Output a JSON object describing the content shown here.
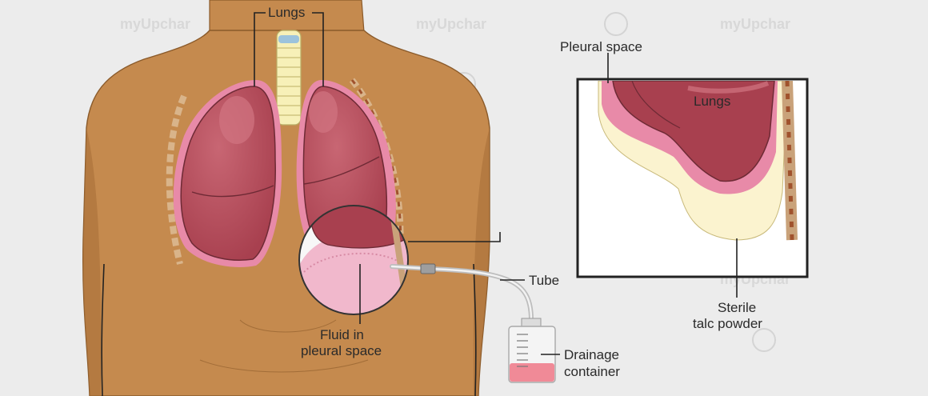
{
  "labels": {
    "lungs_main": "Lungs",
    "fluid_line1": "Fluid in",
    "fluid_line2": "pleural space",
    "tube": "Tube",
    "drainage_line1": "Drainage",
    "drainage_line2": "container",
    "pleural_space": "Pleural space",
    "lungs_inset": "Lungs",
    "talc_line1": "Sterile",
    "talc_line2": "talc powder"
  },
  "watermark": {
    "text": "myUpchar"
  },
  "colors": {
    "background": "#ececec",
    "skin": "#c58a4e",
    "skin_shadow": "#a96f38",
    "lung": "#b8525f",
    "lung_highlight": "#d27582",
    "pleura": "#e88aa8",
    "fluid": "#f1b8cc",
    "talc": "#fbf3cf",
    "ribs": "#c9a27a",
    "container_liquid": "#f08a97"
  }
}
